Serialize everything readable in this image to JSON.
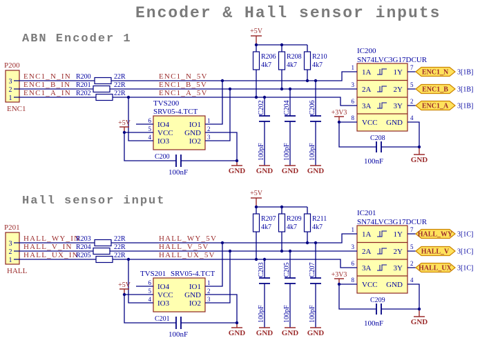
{
  "title": "Encoder & Hall sensor inputs",
  "colors": {
    "wire": "#000082",
    "label_blue": "#0000A0",
    "label_red": "#9B2B2B",
    "component_fill": "#FFFFB0",
    "component_border": "#8B2323",
    "flag_fill": "#FFE25C",
    "flag_border": "#CC8400",
    "title_gray": "#7A7A7A"
  },
  "sections": [
    {
      "heading": "ABN Encoder 1",
      "connector": {
        "ref": "P200",
        "name": "ENC1",
        "pins": [
          "3",
          "2",
          "1"
        ]
      },
      "rows": [
        {
          "net_in": "ENC1_N_IN",
          "res_ref": "R200",
          "res_val": "22R",
          "net_5v": "ENC1_N_5V"
        },
        {
          "net_in": "ENC1_B_IN",
          "res_ref": "R201",
          "res_val": "22R",
          "net_5v": "ENC1_B_5V"
        },
        {
          "net_in": "ENC1_A_IN",
          "res_ref": "R202",
          "res_val": "22R",
          "net_5v": "ENC1_A_5V"
        }
      ],
      "tvs": {
        "ref": "TVS200",
        "part": "SRV05-4.TCT",
        "pins_left": [
          "6",
          "5",
          "4"
        ],
        "pins_right": [
          "1",
          "2",
          "3"
        ],
        "io_left": [
          "IO4",
          "VCC",
          "IO3"
        ],
        "io_right": [
          "IO1",
          "GND",
          "IO2"
        ]
      },
      "tvs_cap": {
        "ref": "C200",
        "val": "100nF"
      },
      "pullups": [
        {
          "ref": "R206",
          "val": "4k7"
        },
        {
          "ref": "R208",
          "val": "4k7"
        },
        {
          "ref": "R210",
          "val": "4k7"
        }
      ],
      "fcaps": [
        {
          "ref": "C202",
          "val": "100pF"
        },
        {
          "ref": "C204",
          "val": "100pF"
        },
        {
          "ref": "C206",
          "val": "100pF"
        }
      ],
      "ic": {
        "ref": "IC200",
        "part": "SN74LVC3G17DCUR",
        "pins_left": [
          "1",
          "3",
          "6",
          "8"
        ],
        "pins_right": [
          "7",
          "5",
          "2",
          "4"
        ],
        "cells": [
          {
            "a": "1A",
            "y": "1Y"
          },
          {
            "a": "2A",
            "y": "2Y"
          },
          {
            "a": "3A",
            "y": "3Y"
          }
        ],
        "vcc": "VCC",
        "gnd": "GND"
      },
      "ic_cap": {
        "ref": "C208",
        "val": "100nF"
      },
      "flags": [
        {
          "label": "ENC1_N",
          "sheet": "3[1B]"
        },
        {
          "label": "ENC1_B",
          "sheet": "3[1B]"
        },
        {
          "label": "ENC1_A",
          "sheet": "3[1B]"
        }
      ],
      "p5": "+5V",
      "p33": "+3V3",
      "gnd": "GND"
    },
    {
      "heading": "Hall sensor input",
      "connector": {
        "ref": "P201",
        "name": "HALL",
        "pins": [
          "3",
          "2",
          "1"
        ]
      },
      "rows": [
        {
          "net_in": "HALL_WY_IN",
          "res_ref": "R203",
          "res_val": "22R",
          "net_5v": "HALL_WY_5V"
        },
        {
          "net_in": "HALL_V_IN",
          "res_ref": "R204",
          "res_val": "22R",
          "net_5v": "HALL_V_5V"
        },
        {
          "net_in": "HALL_UX_IN",
          "res_ref": "R205",
          "res_val": "22R",
          "net_5v": "HALL_UX_5V"
        }
      ],
      "tvs": {
        "ref": "TVS201",
        "part": "SRV05-4.TCT",
        "pins_left": [
          "6",
          "5",
          "4"
        ],
        "pins_right": [
          "1",
          "2",
          "3"
        ],
        "io_left": [
          "IO4",
          "VCC",
          "IO3"
        ],
        "io_right": [
          "IO1",
          "GND",
          "IO2"
        ]
      },
      "tvs_cap": {
        "ref": "C201",
        "val": "100nF"
      },
      "pullups": [
        {
          "ref": "R207",
          "val": "4k7"
        },
        {
          "ref": "R209",
          "val": "4k7"
        },
        {
          "ref": "R211",
          "val": "4k7"
        }
      ],
      "fcaps": [
        {
          "ref": "C203",
          "val": "100pF"
        },
        {
          "ref": "C205",
          "val": "100pF"
        },
        {
          "ref": "C207",
          "val": "100pF"
        }
      ],
      "ic": {
        "ref": "IC201",
        "part": "SN74LVC3G17DCUR",
        "pins_left": [
          "1",
          "3",
          "6",
          "8"
        ],
        "pins_right": [
          "7",
          "5",
          "2",
          "4"
        ],
        "cells": [
          {
            "a": "1A",
            "y": "1Y"
          },
          {
            "a": "2A",
            "y": "2Y"
          },
          {
            "a": "3A",
            "y": "3Y"
          }
        ],
        "vcc": "VCC",
        "gnd": "GND"
      },
      "ic_cap": {
        "ref": "C209",
        "val": "100nF"
      },
      "flags": [
        {
          "label": "HALL_WY",
          "sheet": "3[1C]"
        },
        {
          "label": "HALL_V",
          "sheet": "3[1C]"
        },
        {
          "label": "HALL_UX",
          "sheet": "3[1C]"
        }
      ],
      "p5": "+5V",
      "p33": "+3V3",
      "gnd": "GND"
    }
  ]
}
